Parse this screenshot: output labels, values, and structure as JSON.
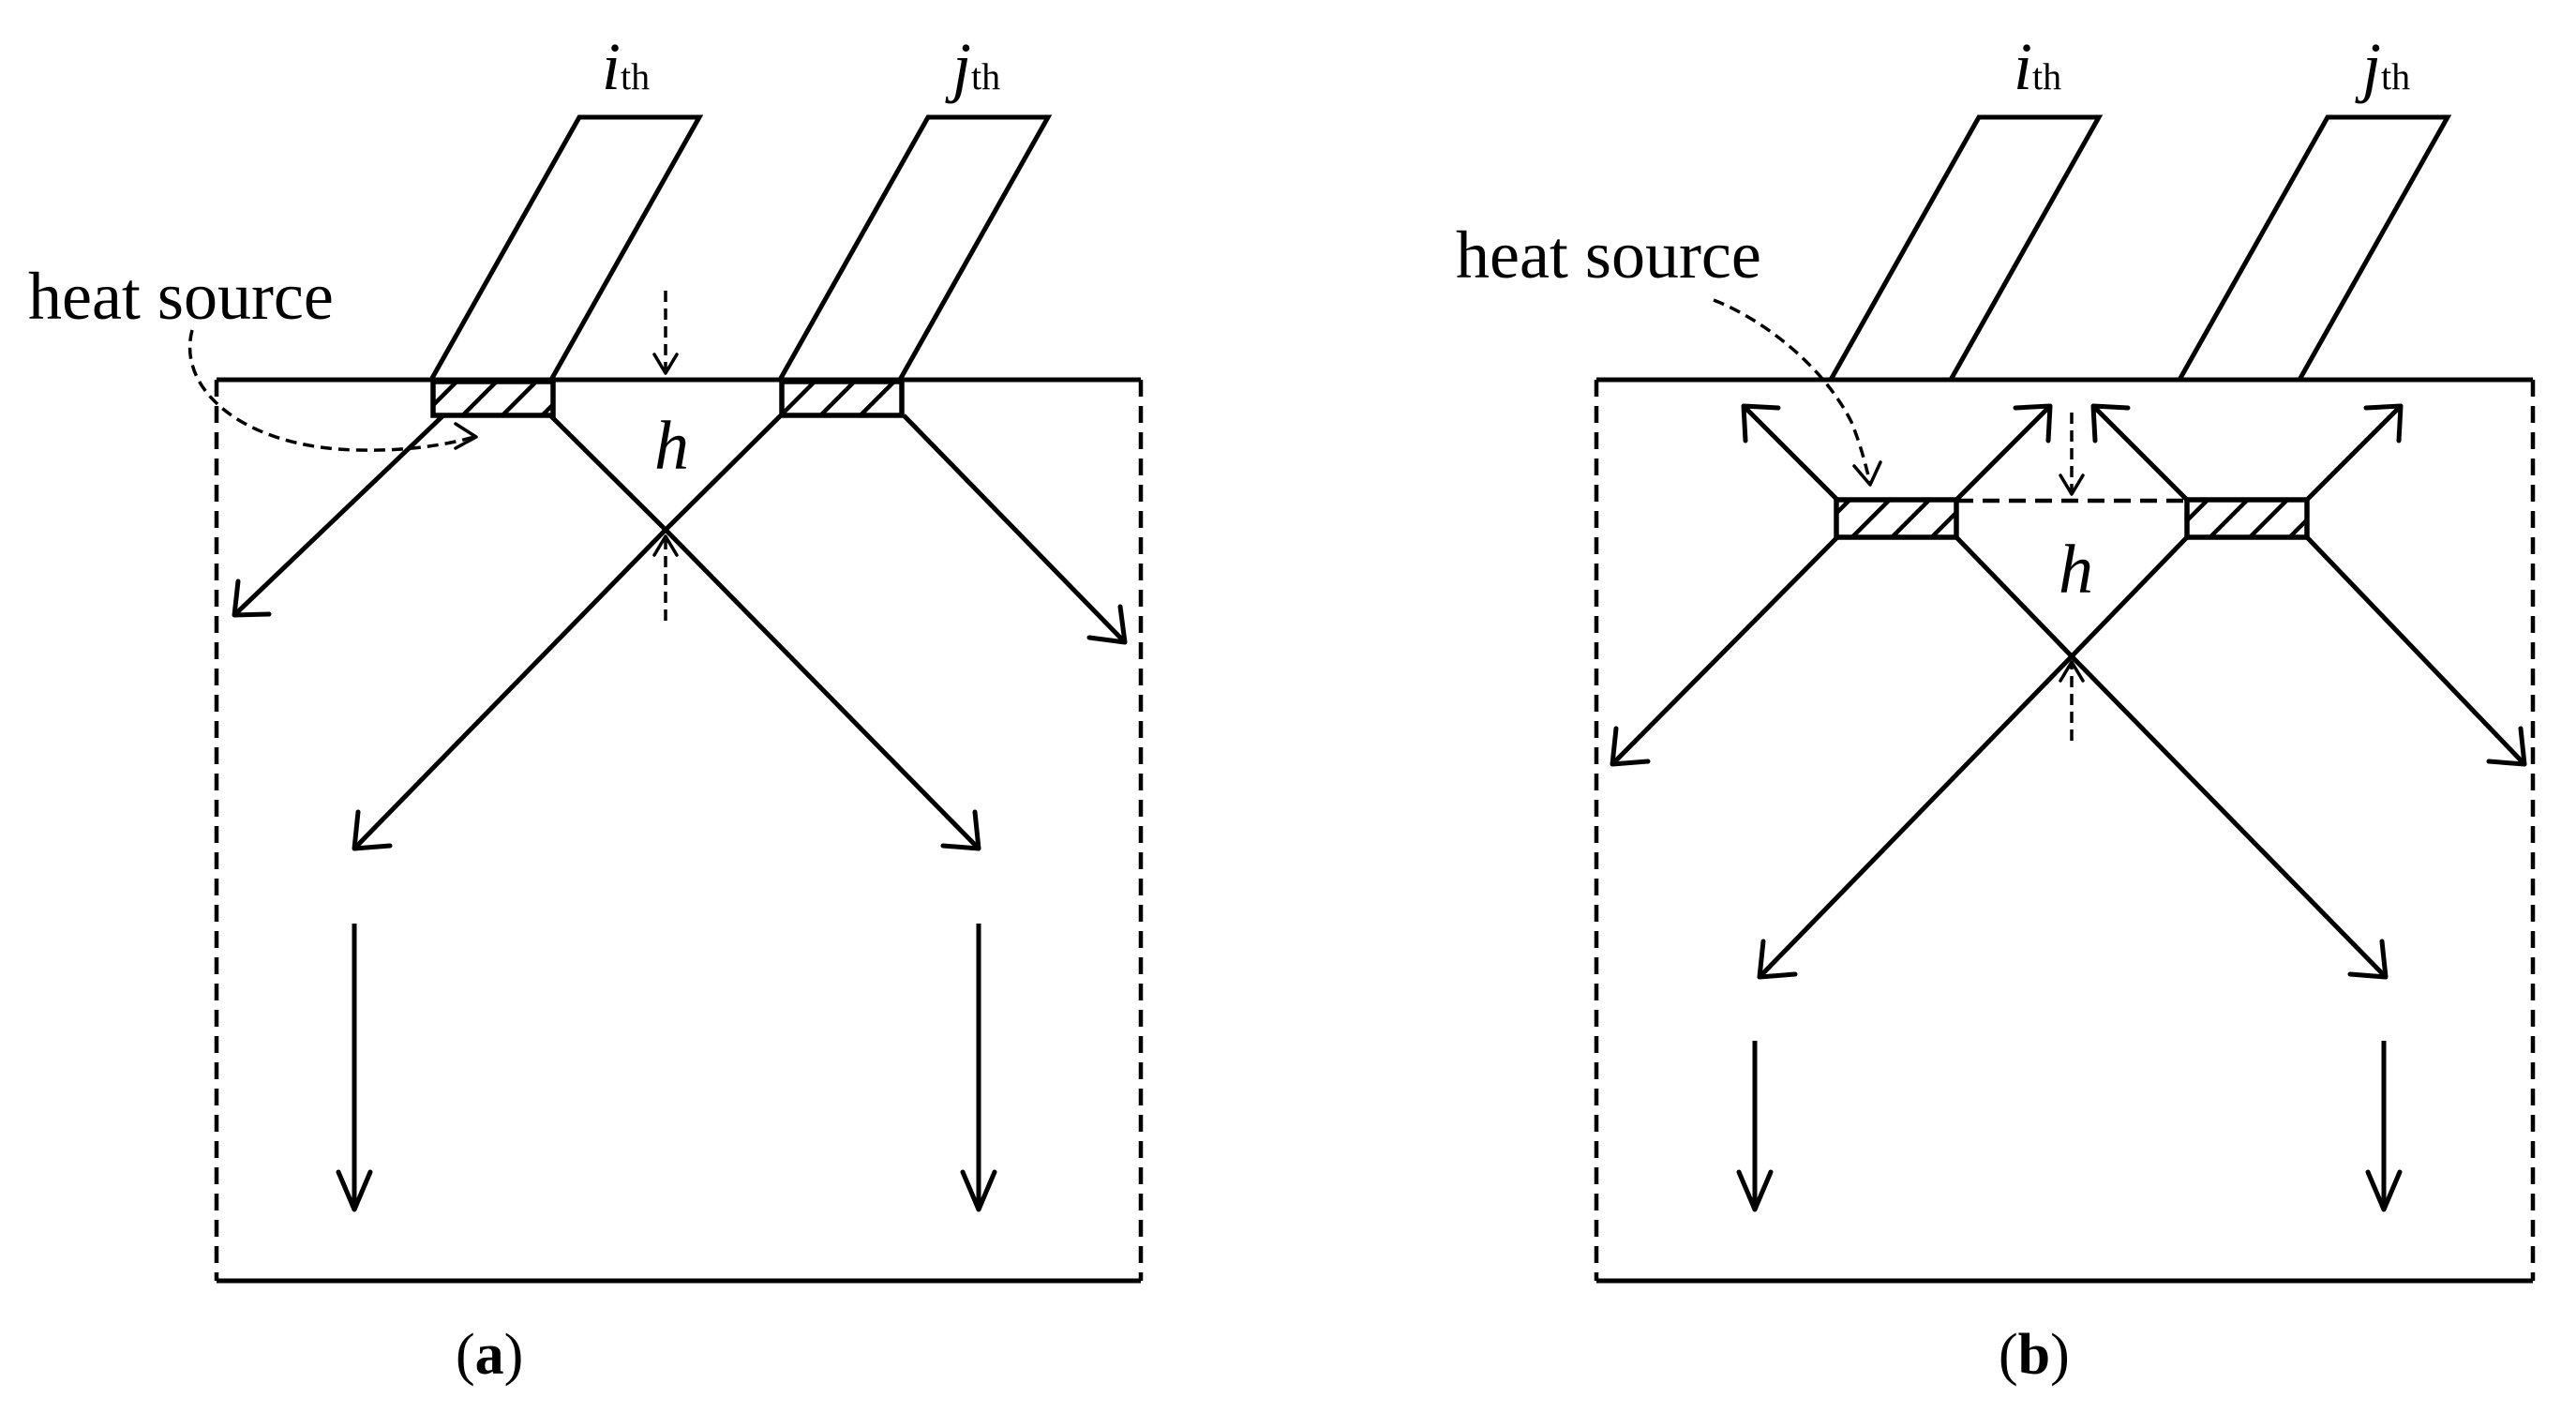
{
  "labels": {
    "heat_source": "heat source",
    "i_main": "i",
    "j_main": "j",
    "th": "th",
    "h": "h"
  },
  "panels": [
    {
      "caption_open": "(",
      "caption_letter": "a",
      "caption_close": ")"
    },
    {
      "caption_open": "(",
      "caption_letter": "b",
      "caption_close": ")"
    }
  ]
}
